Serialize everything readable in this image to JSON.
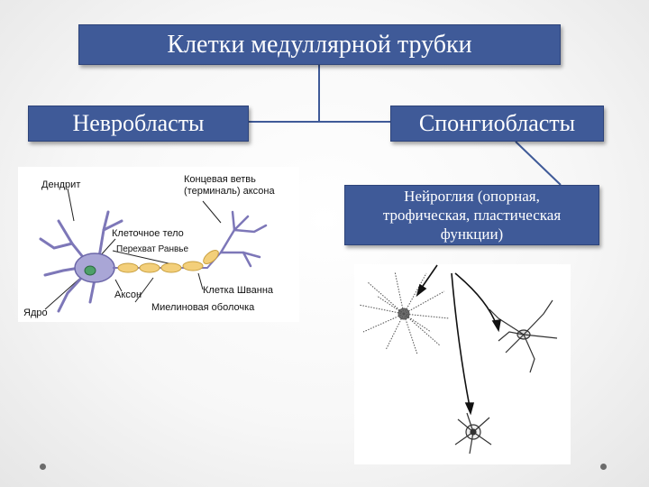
{
  "title": "Клетки медуллярной трубки",
  "branches": {
    "left": "Невробласты",
    "right": "Спонгиобласты"
  },
  "glia": {
    "line1": "Нейроглия  (опорная,",
    "line2": "трофическая, пластическая",
    "line3": "функции)"
  },
  "neuron_labels": {
    "dendrite": "Дендрит",
    "terminal_line1": "Концевая ветвь",
    "terminal_line2": "(терминаль) аксона",
    "cell_body": "Клеточное тело",
    "ranvier": "Перехват Ранвье",
    "schwann": "Клетка Шванна",
    "axon": "Аксон",
    "myelin": "Миелиновая оболочка",
    "nucleus": "Ядро"
  },
  "colors": {
    "box_fill": "#3f5a98",
    "box_text": "#ffffff",
    "neuron_body": "#a9a6d6",
    "myelin": "#f3cf7a"
  }
}
